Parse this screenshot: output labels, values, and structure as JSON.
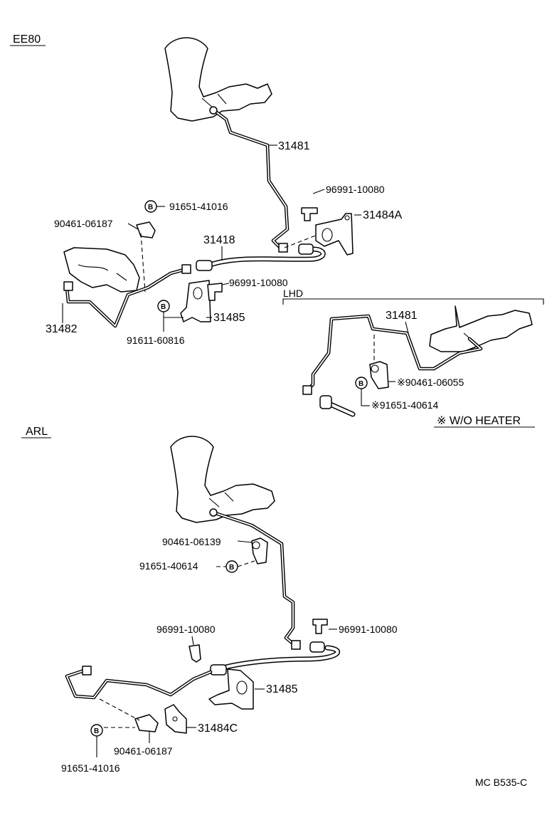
{
  "sections": {
    "ee80": "EE80",
    "arl": "ARL",
    "lhd": "LHD",
    "wo_heater": "※ W/O HEATER"
  },
  "bolt_marker": "B",
  "parts": {
    "ee80": {
      "p31481": "31481",
      "p96991_top": "96991-10080",
      "p31484A": "31484A",
      "p91651_41016": "91651-41016",
      "p90461_06187": "90461-06187",
      "p31418": "31418",
      "p96991_mid": "96991-10080",
      "p31485": "31485",
      "p31482": "31482",
      "p91611_60816": "91611-60816"
    },
    "lhd": {
      "p31481": "31481",
      "p90461_06055": "※90461-06055",
      "p91651_40614": "※91651-40614"
    },
    "arl": {
      "p90461_06139": "90461-06139",
      "p91651_40614": "91651-40614",
      "p96991_left": "96991-10080",
      "p96991_right": "96991-10080",
      "p31485": "31485",
      "p31484C": "31484C",
      "p90461_06187": "90461-06187",
      "p91651_41016": "91651-41016"
    }
  },
  "footer_code": "MC B535-C"
}
